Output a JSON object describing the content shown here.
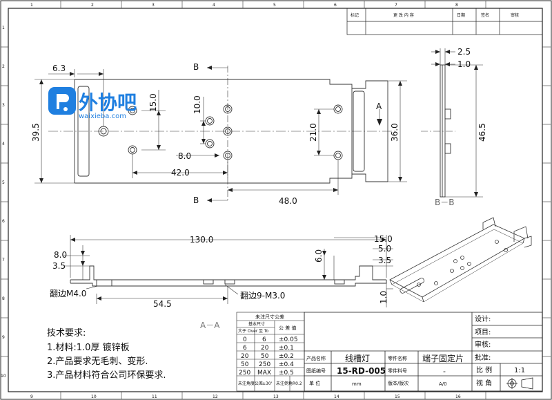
{
  "frame": {
    "top_cols": [
      "1",
      "2",
      "3",
      "4",
      "5",
      "6",
      "7",
      "8"
    ],
    "bottom_cols": [
      "9",
      "10",
      "11",
      "12",
      "13",
      "14",
      "15",
      "16"
    ],
    "rows": [
      "1",
      "2",
      "3",
      "4",
      "5",
      "6",
      "7",
      "8",
      "9",
      "10"
    ]
  },
  "revision_table": {
    "headers": [
      "标记",
      "更 改 内 容",
      "日期",
      "签名",
      "审核"
    ]
  },
  "logo": {
    "brand": "外协吧",
    "url": "waixieba.com"
  },
  "top_view": {
    "dims": {
      "d63": "6.3",
      "d150": "15.0",
      "d395": "39.5",
      "d100": "10.0",
      "d80": "8.0",
      "d420": "42.0",
      "d480": "48.0",
      "d210": "21.0",
      "d360": "36.0"
    },
    "markers": {
      "b_top": "B",
      "b_bottom": "B",
      "a": "A"
    }
  },
  "side_view": {
    "dims": {
      "d25": "2.5",
      "d10": "1.0",
      "d465": "46.5"
    },
    "label": "B－B"
  },
  "section_view": {
    "dims": {
      "d1300": "130.0",
      "d150": "15.0",
      "d80": "8.0",
      "d60": "6.0",
      "d50": "5.0",
      "d35l": "3.5",
      "d35r": "3.5",
      "d10": "1.0",
      "d545": "54.5"
    },
    "notes": {
      "m4": "翻边M4.0",
      "m3": "翻边9-M3.0"
    },
    "label": "A－A"
  },
  "requirements": {
    "title": "技术要求:",
    "items": [
      "1.材料:1.0厚 镀锌板",
      "2.产品要求无毛刺、变形.",
      "3.产品材料符合公司环保要求."
    ]
  },
  "tolerance_table": {
    "title": "未注尺寸公差",
    "subheader": "基本尺寸",
    "col_gt": "大于 Over",
    "col_le": "至 To",
    "col_tol": "公 差 值",
    "rows": [
      [
        "0",
        "6",
        "±0.05"
      ],
      [
        "6",
        "20",
        "±0.1"
      ],
      [
        "20",
        "50",
        "±0.2"
      ],
      [
        "50",
        "250",
        "±0.4"
      ],
      [
        "250",
        "MAX",
        "±0.5"
      ]
    ],
    "footer": [
      "未注角度公差",
      "±30'",
      "未注倒角",
      "R0.2"
    ]
  },
  "title_block": {
    "product_name_label": "产品名称",
    "product_name": "线槽灯",
    "part_name_label": "零件名称",
    "part_name": "端子固定片",
    "drawing_no_label": "图纸编号",
    "drawing_no": "15-RD-005",
    "part_material_label": "零件料号",
    "part_material": "-",
    "unit_label": "单 位",
    "unit": "mm",
    "version_label": "版本/版次",
    "version": "A/0",
    "design_label": "设计:",
    "project_label": "项目:",
    "review_label": "审核:",
    "approve_label": "批准:",
    "scale_label": "比 例",
    "scale": "1:1",
    "view_label": "视 角"
  }
}
